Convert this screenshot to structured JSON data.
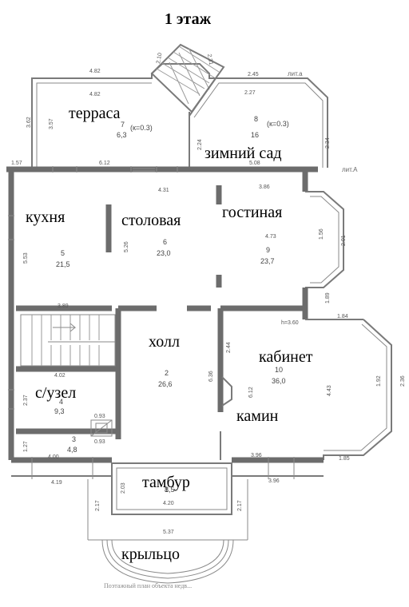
{
  "title": "1 этаж",
  "lit_a_small": "лит.а",
  "lit_a_big": "лит.А",
  "height_note": "h=3.60",
  "footer": "Поэтажный план объекта недв...",
  "room_labels": {
    "terrace": "терраса",
    "winter_garden": "зимний сад",
    "kitchen": "кухня",
    "dining": "столовая",
    "living": "гостиная",
    "hall": "холл",
    "study": "кабинет",
    "fireplace": "камин",
    "bathroom": "с/узел",
    "vestibule": "тамбур",
    "porch": "крыльцо"
  },
  "rooms": {
    "terrace": {
      "no": "7",
      "sub": "(к=0.3)",
      "area": "6,3"
    },
    "winter_garden": {
      "no": "8",
      "sub": "(к=0.3)",
      "area": "16"
    },
    "kitchen": {
      "no": "5",
      "area": "21,5"
    },
    "dining": {
      "no": "6",
      "area": "23,0"
    },
    "living": {
      "no": "9",
      "area": "23,7"
    },
    "hall": {
      "no": "2",
      "area": "26,6"
    },
    "study": {
      "no": "10",
      "area": "36,0"
    },
    "bathroom": {
      "no": "4",
      "area": "9,3"
    },
    "closet": {
      "no": "3",
      "area": "4,8"
    },
    "vestibule": {
      "no": "1",
      "area": "8,5"
    }
  },
  "dimensions": {
    "d_482_top": "4.82",
    "d_482": "4.82",
    "d_210": "2.10",
    "d_231": "2.31",
    "d_245": "2.45",
    "d_227": "2.27",
    "d_362": "3.62",
    "d_357": "3.57",
    "d_224": "2.24",
    "d_234": "2.34",
    "d_157": "1.57",
    "d_612_top": "6.12",
    "d_508": "5.08",
    "d_431": "4.31",
    "d_386": "3.86",
    "d_553": "5.53",
    "d_526": "5.26",
    "d_473": "4.73",
    "d_156": "1.56",
    "d_201": "2.01",
    "d_389": "3.89",
    "d_189": "1.89",
    "d_184": "1.84",
    "d_244": "2.44",
    "d_636": "6.36",
    "d_402": "4.02",
    "d_612": "6.12",
    "d_443": "4.43",
    "d_192": "1.92",
    "d_236": "2.36",
    "d_237": "2.37",
    "d_093a": "0.93",
    "d_093b": "0.93",
    "d_127": "1.27",
    "d_400": "4.00",
    "d_396a": "3.96",
    "d_396b": "3.96",
    "d_185": "1.85",
    "d_419": "4.19",
    "d_217a": "2.17",
    "d_217b": "2.17",
    "d_203": "2.03",
    "d_420": "4.20",
    "d_537": "5.37"
  }
}
